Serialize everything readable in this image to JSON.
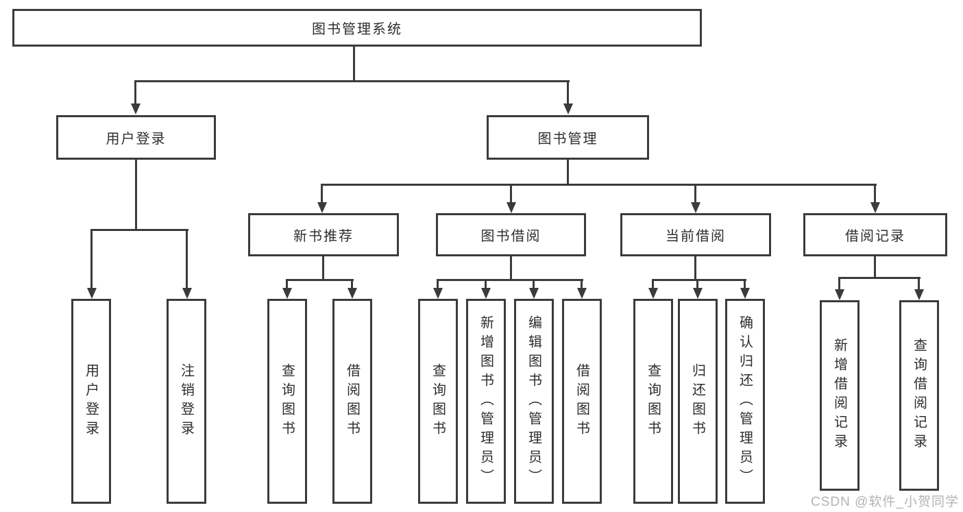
{
  "colors": {
    "line": "#3b3b3b",
    "box_border": "#3b3b3b",
    "box_background": "#ffffff",
    "text": "#2e2e2e",
    "watermark": "#b3b3b3",
    "page_background": "#ffffff"
  },
  "root": {
    "label": "图书管理系统"
  },
  "level2": [
    {
      "label": "用户登录"
    },
    {
      "label": "图书管理"
    }
  ],
  "level3": [
    {
      "label": "新书推荐"
    },
    {
      "label": "图书借阅"
    },
    {
      "label": "当前借阅"
    },
    {
      "label": "借阅记录"
    }
  ],
  "leaves": [
    {
      "label": "用户登录",
      "parent": "用户登录"
    },
    {
      "label": "注销登录",
      "parent": "用户登录"
    },
    {
      "label": "查询图书",
      "parent": "新书推荐"
    },
    {
      "label": "借阅图书",
      "parent": "新书推荐"
    },
    {
      "label": "查询图书",
      "parent": "图书借阅"
    },
    {
      "label": "新增图书（管理员）",
      "parent": "图书借阅"
    },
    {
      "label": "编辑图书（管理员）",
      "parent": "图书借阅"
    },
    {
      "label": "借阅图书",
      "parent": "图书借阅"
    },
    {
      "label": "查询图书",
      "parent": "当前借阅"
    },
    {
      "label": "归还图书",
      "parent": "当前借阅"
    },
    {
      "label": "确认归还（管理员）",
      "parent": "当前借阅"
    },
    {
      "label": "新增借阅记录",
      "parent": "借阅记录"
    },
    {
      "label": "查询借阅记录",
      "parent": "借阅记录"
    }
  ],
  "watermark": {
    "text": "CSDN @软件_小贺同学"
  }
}
